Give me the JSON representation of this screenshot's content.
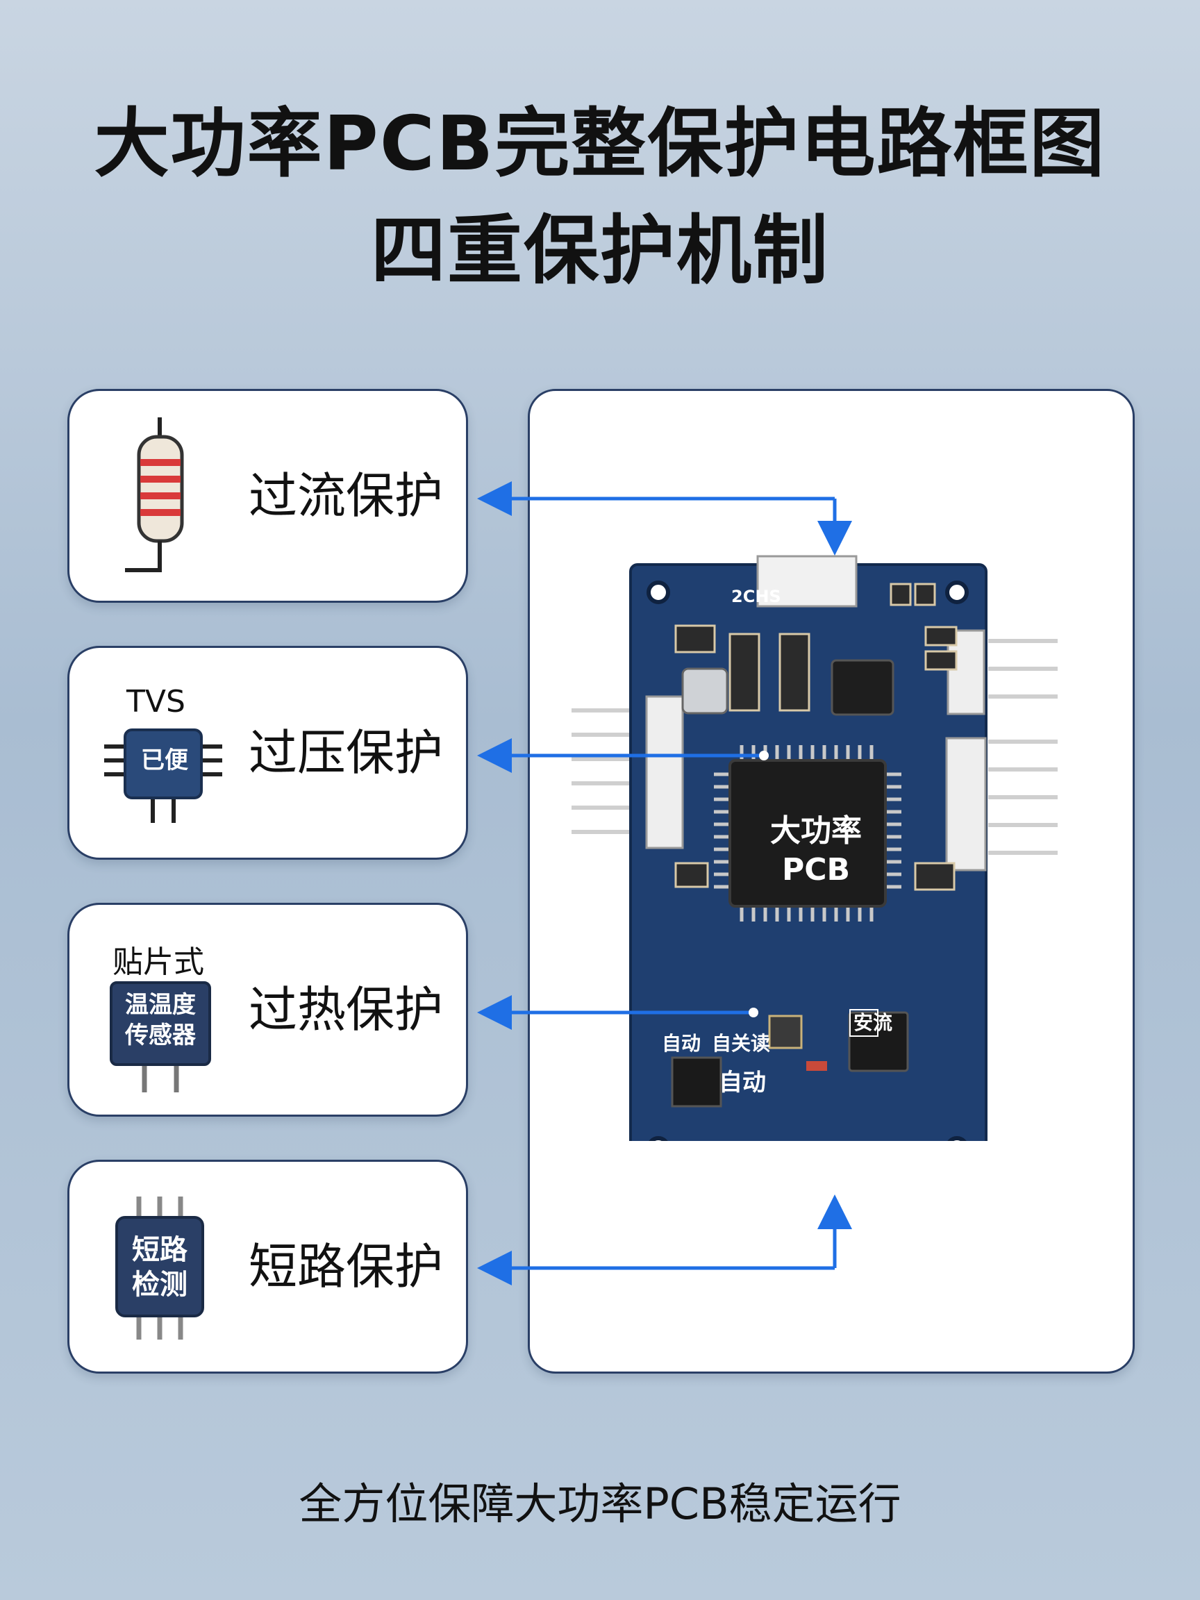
{
  "title": {
    "line1": "大功率PCB完整保护电路框图",
    "line2": "四重保护机制"
  },
  "modules": [
    {
      "label": "过流保护",
      "icon": "resistor-icon"
    },
    {
      "label": "过压保护",
      "tag": "TVS",
      "chip_text": "已便",
      "icon": "tvs-chip-icon"
    },
    {
      "label": "过热保护",
      "tag": "贴片式",
      "chip_text": "温温度\n传感器",
      "icon": "temperature-sensor-icon"
    },
    {
      "label": "短路保护",
      "chip_text": "短路\n检测",
      "icon": "short-circuit-chip-icon"
    }
  ],
  "board": {
    "main_chip": "大功率\nPCB",
    "labels": {
      "auto1": "自动",
      "auto_off": "自关读",
      "auto2": "自动",
      "safe": "安流",
      "top_code": "2СНS"
    }
  },
  "footer": "全方位保障大功率PCB稳定运行",
  "colors": {
    "arrow": "#1f6fe5",
    "pcb": "#1f3f70",
    "card_border": "#2a3f66"
  }
}
